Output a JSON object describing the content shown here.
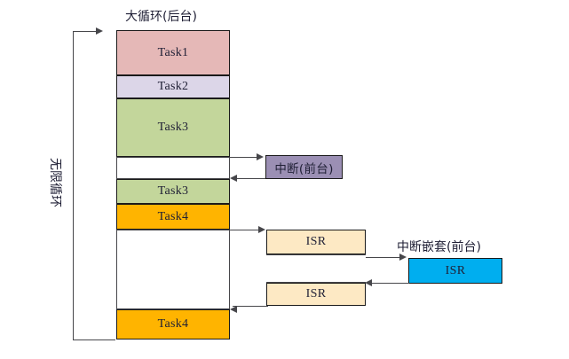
{
  "diagram": {
    "title_main_loop": "大循环(后台)",
    "label_infinite_loop": "无限循环",
    "label_interrupt_foreground": "中断(前台)",
    "label_nested_interrupt_foreground": "中断嵌套(前台)"
  },
  "main_loop_tasks": [
    {
      "label": "Task1",
      "color": "#E5B8B7"
    },
    {
      "label": "Task2",
      "color": "#DCD6E8"
    },
    {
      "label": "Task3",
      "color": "#C3D69B"
    },
    {
      "label": "Task3",
      "color": "#C3D69B"
    },
    {
      "label": "Task4",
      "color": "#FFB400"
    },
    {
      "label": "Task4",
      "color": "#FFB400"
    }
  ],
  "interrupt_box": {
    "label": "中断(前台)",
    "color": "#9B8FB4"
  },
  "isr_boxes": [
    {
      "label": "ISR",
      "color": "#FDE9C4"
    },
    {
      "label": "ISR",
      "color": "#FDE9C4"
    }
  ],
  "nested_isr_box": {
    "label": "ISR",
    "color": "#00AEEF"
  },
  "colors": {
    "task1": "#E5B8B7",
    "task2": "#DCD6E8",
    "task3": "#C3D69B",
    "task4": "#FFB400",
    "interrupt": "#9B8FB4",
    "isr": "#FDE9C4",
    "nested_isr": "#00AEEF",
    "line": "#46464a",
    "border": "#1a1a1a"
  }
}
